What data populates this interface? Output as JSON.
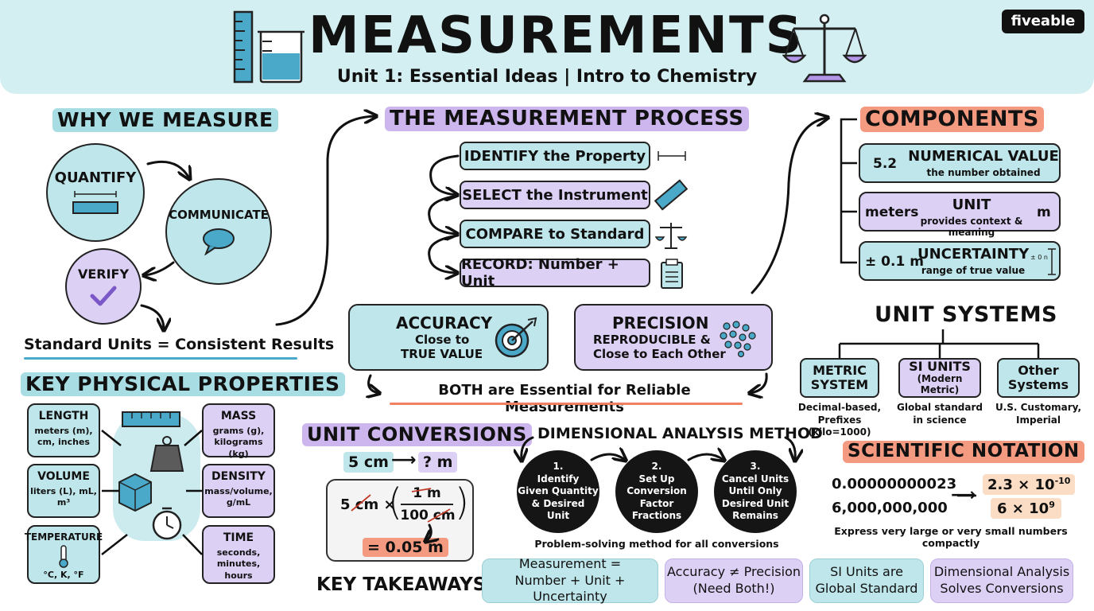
{
  "header": {
    "title": "MEASUREMENTS",
    "subtitle": "Unit 1: Essential Ideas | Intro to Chemistry",
    "brand": "fiveable"
  },
  "why": {
    "title": "WHY WE MEASURE",
    "quantify": "QUANTIFY",
    "communicate": "COMMUNICATE",
    "verify": "VERIFY",
    "standard": "Standard Units = Consistent Results"
  },
  "process": {
    "title": "THE MEASUREMENT PROCESS",
    "steps": [
      {
        "label": "IDENTIFY the Property"
      },
      {
        "label": "SELECT the Instrument"
      },
      {
        "label": "COMPARE to Standard"
      },
      {
        "label": "RECORD: Number + Unit"
      }
    ]
  },
  "accuracy": {
    "title": "ACCURACY",
    "line1": "Close to",
    "line2": "TRUE VALUE"
  },
  "precision": {
    "title": "PRECISION",
    "line1": "REPRODUCIBLE &",
    "line2": "Close to Each Other"
  },
  "both": "BOTH are Essential for Reliable Measurements",
  "components": {
    "title": "COMPONENTS",
    "numerical": {
      "example": "5.2",
      "title": "NUMERICAL VALUE",
      "desc": "the number obtained"
    },
    "unit": {
      "example": "meters",
      "title": "UNIT",
      "desc": "provides context & meaning",
      "symbol": "m"
    },
    "uncertainty": {
      "example": "± 0.1 m",
      "title": "UNCERTAINTY",
      "desc": "range of true value",
      "badge": "± 0 n"
    }
  },
  "unit_systems": {
    "title": "UNIT SYSTEMS",
    "items": [
      {
        "line1": "METRIC",
        "line2": "SYSTEM",
        "desc1": "Decimal-based,",
        "desc2": "Prefixes (kilo=1000)"
      },
      {
        "line1": "SI UNITS",
        "line2": "(Modern Metric)",
        "desc1": "Global standard",
        "desc2": "in science"
      },
      {
        "line1": "Other",
        "line2": "Systems",
        "desc1": "U.S. Customary,",
        "desc2": "Imperial"
      }
    ]
  },
  "properties": {
    "title": "KEY PHYSICAL PROPERTIES",
    "length": {
      "title": "LENGTH",
      "desc": "meters (m), cm, inches"
    },
    "volume": {
      "title": "VOLUME",
      "desc": "liters (L), mL, m³"
    },
    "temperature": {
      "title": "TEMPERATURE",
      "desc": "°C, K, °F"
    },
    "mass": {
      "title": "MASS",
      "desc": "grams (g), kilograms (kg)"
    },
    "density": {
      "title": "DENSITY",
      "desc": "mass/volume, g/mL"
    },
    "time": {
      "title": "TIME",
      "desc": "seconds, minutes, hours"
    }
  },
  "conversions": {
    "title": "UNIT CONVERSIONS",
    "from": "5 cm",
    "to": "? m",
    "lhs": "5 cm ×",
    "num": "1 m",
    "den": "100 cm",
    "result": "= 0.05 m"
  },
  "dimensional": {
    "title": "DIMENSIONAL ANALYSIS METHOD",
    "steps": [
      {
        "n": "1.",
        "l1": "Identify",
        "l2": "Given Quantity",
        "l3": "& Desired",
        "l4": "Unit"
      },
      {
        "n": "2.",
        "l1": "Set Up",
        "l2": "Conversion",
        "l3": "Factor",
        "l4": "Fractions"
      },
      {
        "n": "3.",
        "l1": "Cancel Units",
        "l2": "Until Only",
        "l3": "Desired Unit",
        "l4": "Remains"
      }
    ],
    "caption": "Problem-solving method for all conversions"
  },
  "scientific": {
    "title": "SCIENTIFIC NOTATION",
    "n1": "0.00000000023",
    "n2": "6,000,000,000",
    "r1_base": "2.3 × 10",
    "r1_exp": "-10",
    "r2_base": "6 × 10",
    "r2_exp": "9",
    "caption": "Express very large or very small numbers compactly"
  },
  "takeaways": {
    "title": "KEY TAKEAWAYS",
    "items": [
      {
        "l1": "Measurement =",
        "l2": "Number + Unit + Uncertainty"
      },
      {
        "l1": "Accuracy ≠ Precision",
        "l2": "(Need Both!)"
      },
      {
        "l1": "SI Units are",
        "l2": "Global Standard"
      },
      {
        "l1": "Dimensional Analysis",
        "l2": "Solves Conversions"
      }
    ]
  },
  "colors": {
    "teal": "#bfe6ea",
    "lavender": "#ddd0f5",
    "orange": "#f39a80",
    "header": "#d4eff2"
  }
}
